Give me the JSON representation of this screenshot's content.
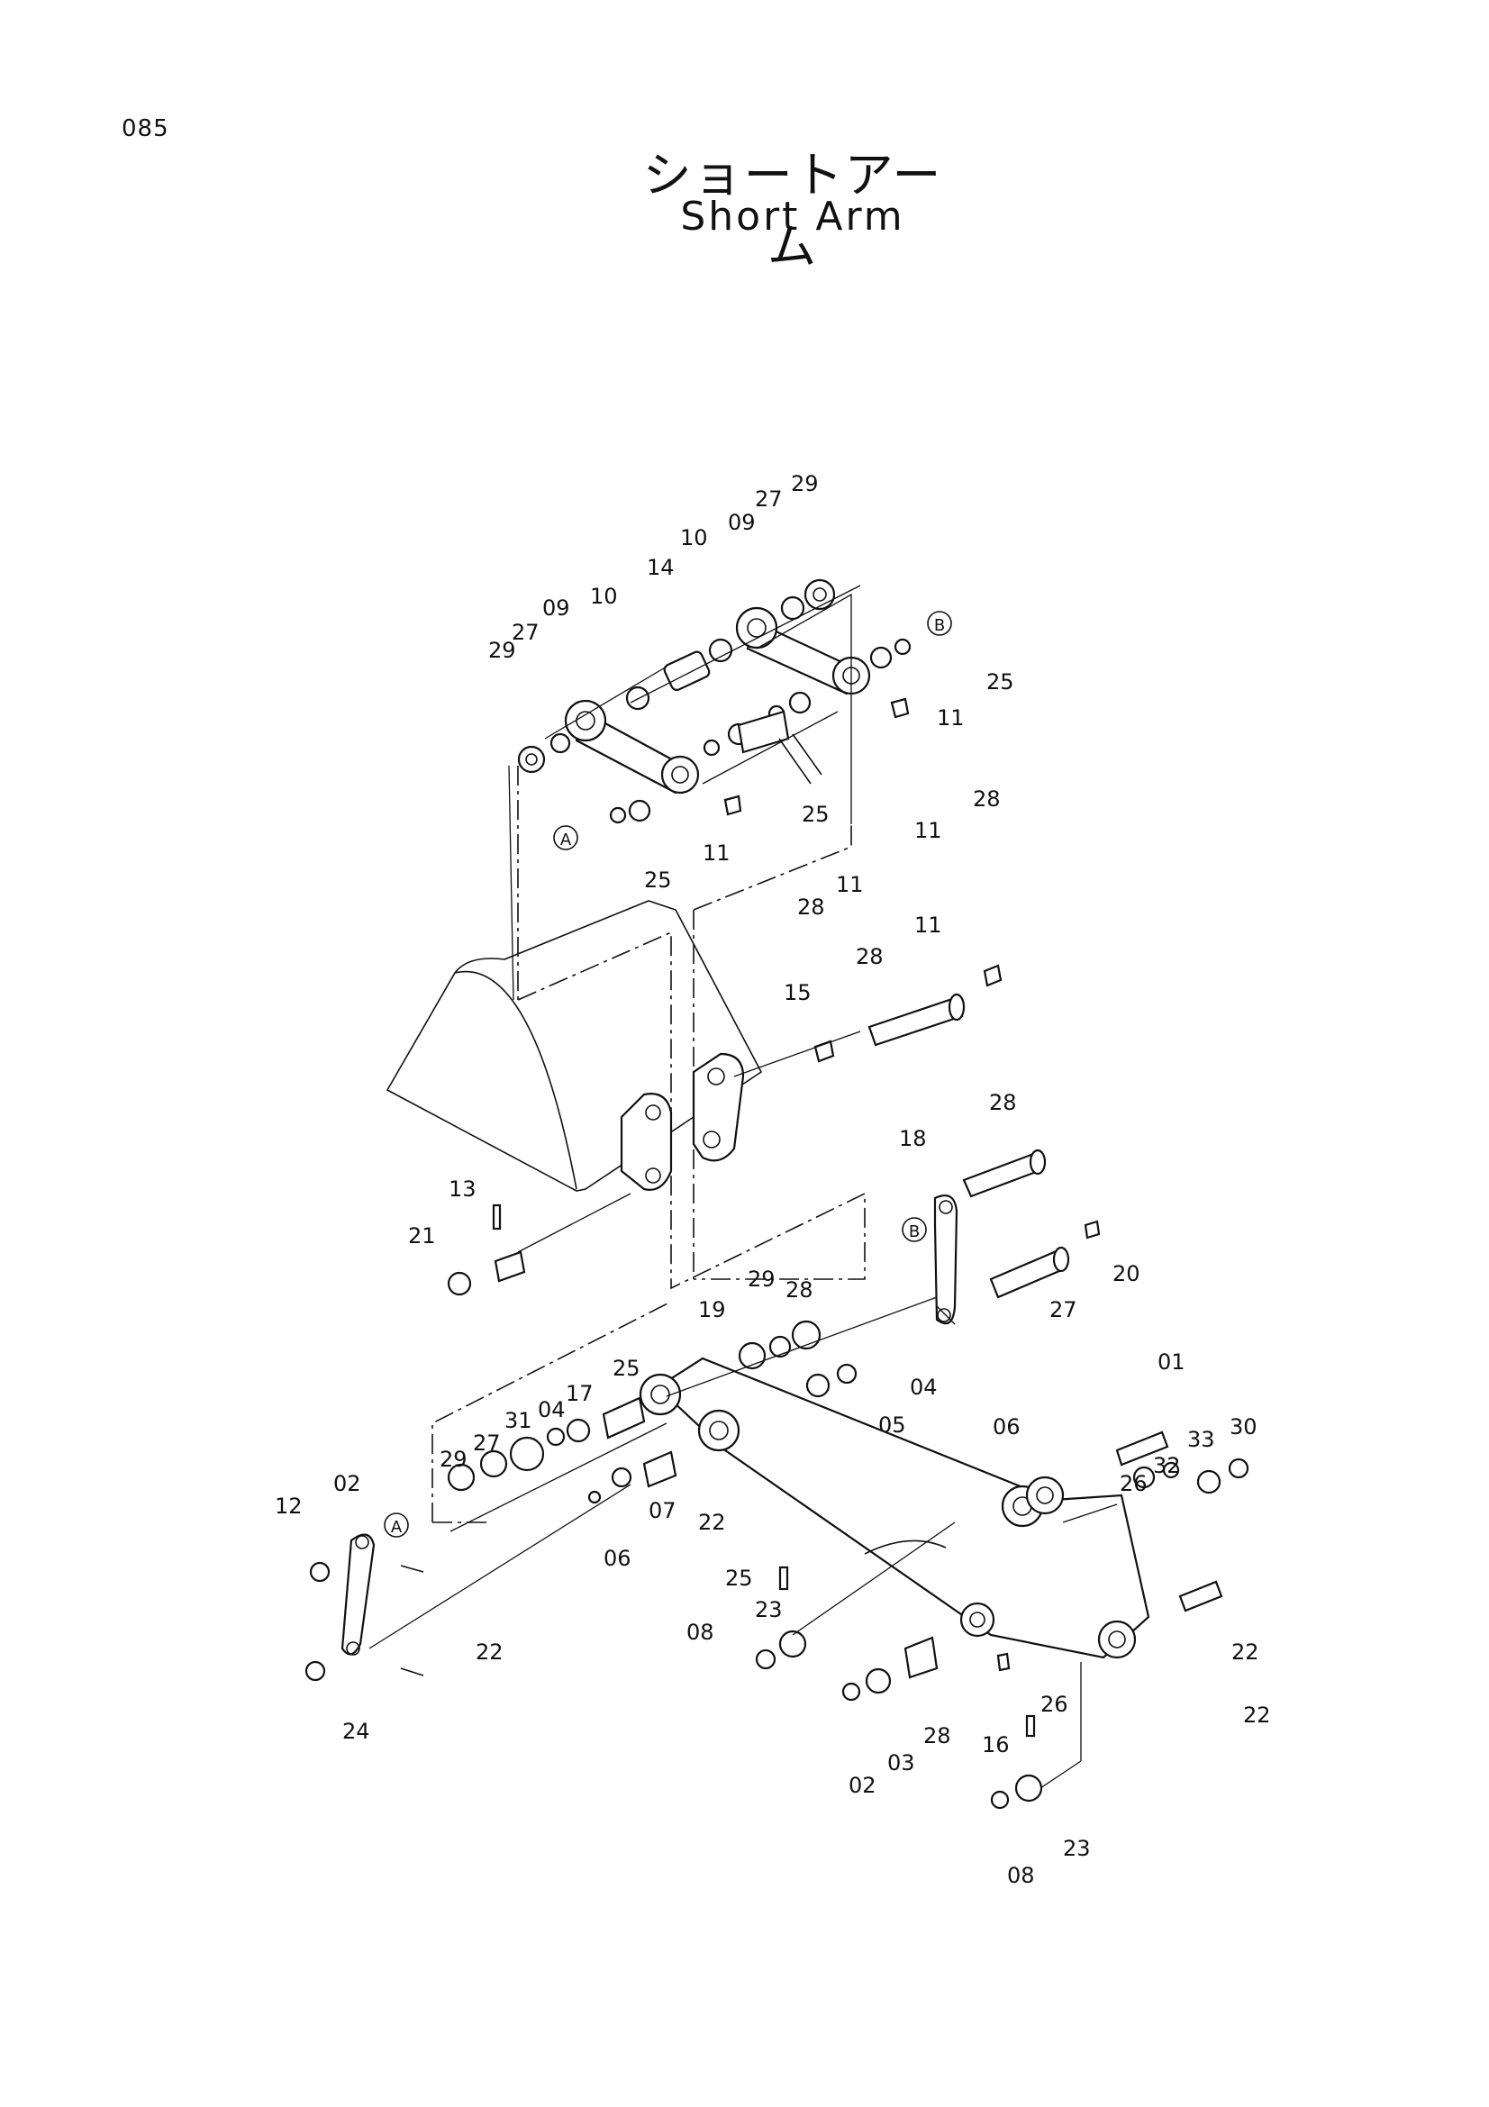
{
  "page": {
    "number": "085"
  },
  "title": {
    "jp": "ショートアーム",
    "en": "Short Arm"
  },
  "edge_marks": "",
  "callouts": {
    "A": "A",
    "B": "B"
  },
  "labels": [
    {
      "id": "l29a",
      "text": "29"
    },
    {
      "id": "l27a",
      "text": "27"
    },
    {
      "id": "l09a",
      "text": "09"
    },
    {
      "id": "l10a",
      "text": "10"
    },
    {
      "id": "l14",
      "text": "14"
    },
    {
      "id": "l10b",
      "text": "10"
    },
    {
      "id": "l09b",
      "text": "09"
    },
    {
      "id": "l27b",
      "text": "27"
    },
    {
      "id": "l29b",
      "text": "29"
    },
    {
      "id": "l25a",
      "text": "25"
    },
    {
      "id": "l11a",
      "text": "11"
    },
    {
      "id": "l28a",
      "text": "28"
    },
    {
      "id": "l11b",
      "text": "11"
    },
    {
      "id": "l25b",
      "text": "25"
    },
    {
      "id": "l11c",
      "text": "11"
    },
    {
      "id": "l25c",
      "text": "25"
    },
    {
      "id": "l11d",
      "text": "11"
    },
    {
      "id": "l28b",
      "text": "28"
    },
    {
      "id": "l11e",
      "text": "11"
    },
    {
      "id": "l28c",
      "text": "28"
    },
    {
      "id": "l15",
      "text": "15"
    },
    {
      "id": "l28d",
      "text": "28"
    },
    {
      "id": "l18",
      "text": "18"
    },
    {
      "id": "l13",
      "text": "13"
    },
    {
      "id": "l21",
      "text": "21"
    },
    {
      "id": "l20",
      "text": "20"
    },
    {
      "id": "l28e",
      "text": "28"
    },
    {
      "id": "l29c",
      "text": "29"
    },
    {
      "id": "l27c",
      "text": "27"
    },
    {
      "id": "l19",
      "text": "19"
    },
    {
      "id": "l04a",
      "text": "04"
    },
    {
      "id": "l25d",
      "text": "25"
    },
    {
      "id": "l05",
      "text": "05"
    },
    {
      "id": "l06a",
      "text": "06"
    },
    {
      "id": "l01",
      "text": "01"
    },
    {
      "id": "l17",
      "text": "17"
    },
    {
      "id": "l04b",
      "text": "04"
    },
    {
      "id": "l27d",
      "text": "27"
    },
    {
      "id": "l31",
      "text": "31"
    },
    {
      "id": "l29d",
      "text": "29"
    },
    {
      "id": "l30",
      "text": "30"
    },
    {
      "id": "l33",
      "text": "33"
    },
    {
      "id": "l32",
      "text": "32"
    },
    {
      "id": "l26a",
      "text": "26"
    },
    {
      "id": "l02a",
      "text": "02"
    },
    {
      "id": "l12",
      "text": "12"
    },
    {
      "id": "l22a",
      "text": "22"
    },
    {
      "id": "l07",
      "text": "07"
    },
    {
      "id": "l06b",
      "text": "06"
    },
    {
      "id": "l25e",
      "text": "25"
    },
    {
      "id": "l23a",
      "text": "23"
    },
    {
      "id": "l08a",
      "text": "08"
    },
    {
      "id": "l22b",
      "text": "22"
    },
    {
      "id": "l24",
      "text": "24"
    },
    {
      "id": "l22c",
      "text": "22"
    },
    {
      "id": "l16",
      "text": "16"
    },
    {
      "id": "l28f",
      "text": "28"
    },
    {
      "id": "l03",
      "text": "03"
    },
    {
      "id": "l02b",
      "text": "02"
    },
    {
      "id": "l26b",
      "text": "26"
    },
    {
      "id": "l23b",
      "text": "23"
    },
    {
      "id": "l08b",
      "text": "08"
    },
    {
      "id": "l22d",
      "text": "22"
    }
  ]
}
